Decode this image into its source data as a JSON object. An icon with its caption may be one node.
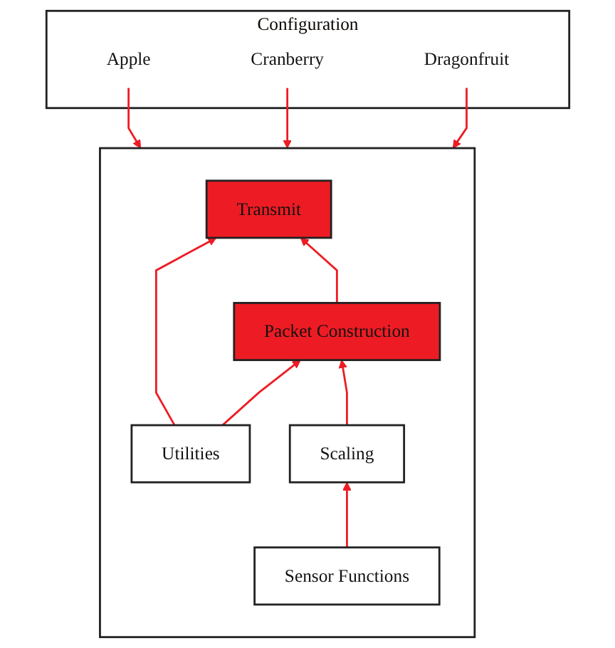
{
  "diagram": {
    "nodes": [
      {
        "text": [
          "Configuration"
        ]
      },
      {
        "text": [
          "Apple"
        ],
        "in": 0
      },
      {
        "text": [
          "Cranberry"
        ],
        "in": 0
      },
      {
        "text": [
          "Dragonfruit"
        ],
        "in": 0
      },
      {
        "text": [],
        "shape": "box"
      },
      {
        "text": [
          "Packet Construction"
        ],
        "in": 4
      },
      {
        "text": [
          "Transmit"
        ],
        "in": 4
      },
      {
        "text": [
          "Utilities"
        ],
        "in": 4
      },
      {
        "text": [
          "Scaling"
        ],
        "in": 4
      },
      {
        "text": [
          "Sensor Functions"
        ],
        "in": 4
      }
    ],
    "edges": [
      {
        "from": 1,
        "to": 4,
        "arrow": "to"
      },
      {
        "from": 2,
        "to": 4,
        "arrow": "to"
      },
      {
        "from": 3,
        "to": 4,
        "arrow": "to"
      },
      {
        "from": 5,
        "to": 6,
        "arrow": "to"
      },
      {
        "from": 7,
        "to": 5,
        "arrow": "to"
      },
      {
        "from": 7,
        "to": 6,
        "arrow": "to"
      },
      {
        "from": 8,
        "to": 5,
        "arrow": "to"
      },
      {
        "from": 9,
        "to": 8,
        "arrow": "to"
      }
    ]
  }
}
